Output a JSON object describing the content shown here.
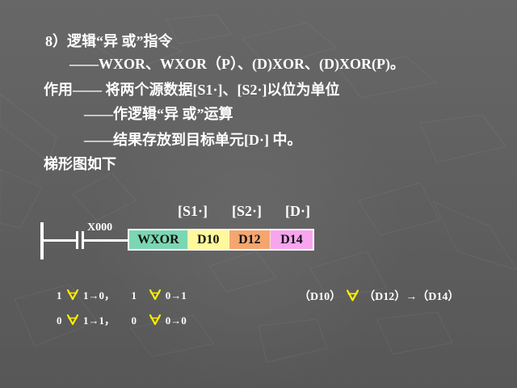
{
  "text_lines": {
    "line1": "8）逻辑“异 或”指令",
    "line2": "——WXOR、WXOR（P）、(D)XOR、(D)XOR(P)。",
    "line3": "作用—— 将两个源数据[S1·]、[S2·]以位为单位",
    "line4": "——作逻辑“异 或”运算",
    "line5": "——结果存放到目标单元[D·] 中。",
    "line6": "梯形图如下"
  },
  "operand_labels": {
    "s1": "[S1·]",
    "s2": "[S2·]",
    "d": "[D·]"
  },
  "ladder": {
    "contact_label": "X000",
    "instruction": "WXOR",
    "cells": {
      "s1": "D10",
      "s2": "D12",
      "d": "D14"
    }
  },
  "truth_table": {
    "row1": {
      "a1": "1",
      "r1": "1→0，",
      "a2": "1",
      "r2": "0→1"
    },
    "row2": {
      "a1": "0",
      "r1": "1→1，",
      "a2": "0",
      "r2": "0→0"
    }
  },
  "formula": {
    "left": "（D10）",
    "middle": "（D12）→（D14）"
  },
  "icon_names": {
    "xor": "xor-symbol-icon"
  },
  "colors": {
    "background": "#5e5e5e",
    "text": "#ffffff",
    "gate": "#ffee00",
    "instruction_fill": "#7bd7b3",
    "s1_fill": "#fff99a",
    "s2_fill": "#f5a66f",
    "d_fill": "#f8a5ef"
  }
}
